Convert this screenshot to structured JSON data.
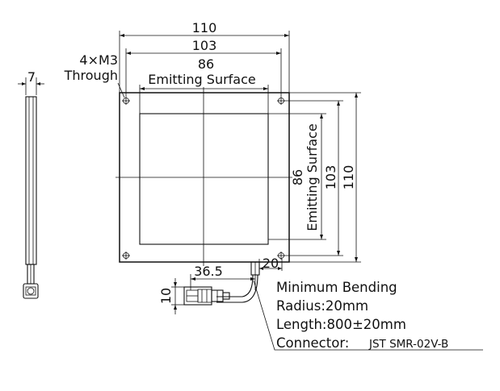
{
  "dimensions": {
    "width_overall": "110",
    "hole_pitch_width": "103",
    "emit_width": "86",
    "emit_width_label": "Emitting Surface",
    "side_thickness": "7",
    "height_overall": "110",
    "hole_pitch_height": "103",
    "emit_height": "86",
    "emit_height_label": "Emitting Surface",
    "cable_offset": "36.5",
    "cable_exit": "20",
    "connector_height": "10"
  },
  "holes": {
    "count_spec": "4×M3",
    "type": "Through"
  },
  "notes": {
    "bending_line1": "Minimum Bending",
    "bending_line2": "Radius:20mm",
    "length": "Length:800±20mm",
    "connector_label": "Connector:",
    "connector_part": "JST SMR-02V-B"
  }
}
